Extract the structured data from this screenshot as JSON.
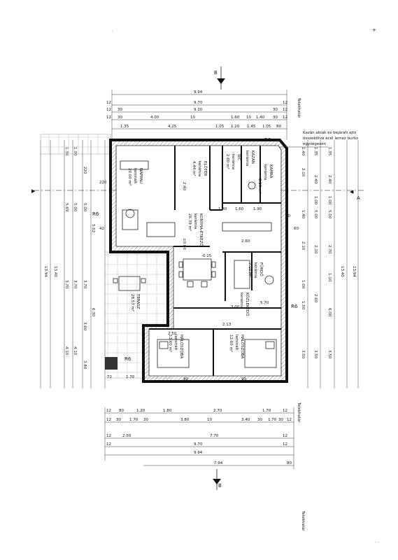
{
  "section_marks": {
    "top": "B",
    "bottom": "B",
    "right": "A",
    "left_arrow": "▶",
    "right_arrow": "◀"
  },
  "boundary_labels": {
    "top": "Telekhatár",
    "bottom": "Telekhatár",
    "bottom_right": "Telekhatár"
  },
  "note": {
    "line1": "Kazán ablak és bejárati ajtó",
    "line2": "összekötve acél lemez burko",
    "line3": "egységesen"
  },
  "top_dims": {
    "r1": [
      "9.94"
    ],
    "r2": [
      "12",
      "9.70",
      "12"
    ],
    "r3": [
      "12",
      "30",
      "9.10",
      "30",
      "12"
    ],
    "r4": [
      "12",
      "30",
      "4.00",
      "10",
      "1.60",
      "10",
      "1.40",
      "30",
      "12"
    ],
    "r5": [
      "1.35",
      "4.25",
      "1.05",
      "1.20",
      "1.45",
      "1.05",
      "80"
    ]
  },
  "bottom_dims": {
    "r1": [
      "12",
      "80",
      "1.20",
      "1.80",
      "2.70",
      "1.70",
      "12"
    ],
    "r2": [
      "12",
      "30",
      "1.70",
      "30",
      "3.80",
      "10",
      "3.40",
      "30",
      "1.70",
      "30",
      "12"
    ],
    "r3": [
      "12",
      "2.00",
      "7.70",
      "12"
    ],
    "r4": [
      "12",
      "9.70",
      "12"
    ],
    "r5": [
      "9.94"
    ],
    "r6": [
      "7.94",
      "80"
    ]
  },
  "left_dims": {
    "outer": "13.94",
    "second": "13.40",
    "col1": [
      "1.30",
      "5.69",
      "3.70",
      "4.10"
    ],
    "col2": [
      "1.30",
      "5.00",
      "3.70",
      "4.10"
    ],
    "col3": [
      "220",
      "5.00",
      "3.70",
      "3.60",
      "3.80"
    ],
    "col4": [
      "5.62",
      "6.30"
    ]
  },
  "right_dims": {
    "outer": "13.94",
    "second": "13.40",
    "col1": [
      "1.35",
      "2.40",
      "1.00",
      "5.00",
      "2.70",
      "1.10",
      "6.00",
      "3.50"
    ],
    "col2": [
      "1.35",
      "2.40",
      "1.00",
      "5.00",
      "2.10",
      "2.60",
      "3.50"
    ],
    "col3": [
      "1.40",
      "2.10",
      "1.40",
      "2.10",
      "1.00",
      "1.50",
      "3.50"
    ]
  },
  "rooms": {
    "nappali": {
      "name": "NAPPALI",
      "floor": "laminált",
      "area": "20.00 m²"
    },
    "eloter": {
      "name": "ELŐTÉR",
      "floor": "kerámia",
      "area": "4.44 m²"
    },
    "konyha": {
      "name": "KONYHA-ÉTKEZŐ",
      "floor": "kerámia",
      "area": "26.39 m²"
    },
    "kamra": {
      "name": "KAMRA",
      "floor": "kerámia",
      "area": "2.13 m²"
    },
    "wc": {
      "name": "WC",
      "floor": "kerámia",
      "area": "2.60 m²"
    },
    "kazan": {
      "name": "KAZÁN",
      "floor": "kerámia",
      "area": ""
    },
    "furdo": {
      "name": "FÜRDŐ",
      "floor": "kerámia",
      "area": "7.10 m²"
    },
    "kozlekedo": {
      "name": "KÖZLEKEDŐ",
      "floor": "kerámia",
      "area": ""
    },
    "halo1": {
      "name": "HÁLÓSZOBA",
      "floor": "laminált",
      "area": "12.60 m²"
    },
    "halo2": {
      "name": "HÁLÓSZOBA",
      "floor": "laminált",
      "area": "12.60 m²"
    },
    "terasz": {
      "name": "TERASZ",
      "floor": "",
      "area": "28.57 m²"
    }
  },
  "tags": {
    "r6a": "R6",
    "r6b": "R6",
    "r6c": "R6",
    "r6d": "R6",
    "level": "±0.00",
    "level2": "-0.15"
  },
  "inner_dims": {
    "k1": "2.40",
    "k2": "2.60",
    "k3": "1.80",
    "k4": "1.60",
    "k5": "1.90",
    "k6": "2.50",
    "k7": "2.13",
    "k8": "5.70",
    "k9": "3.00",
    "k10": "220",
    "k11": "42",
    "k12": "90",
    "k13": "60",
    "k14": "72",
    "k15": "1.70",
    "k16": "90",
    "k17": "90"
  },
  "colors": {
    "ink": "#111111",
    "paper": "#ffffff",
    "hatch": "#888888"
  }
}
